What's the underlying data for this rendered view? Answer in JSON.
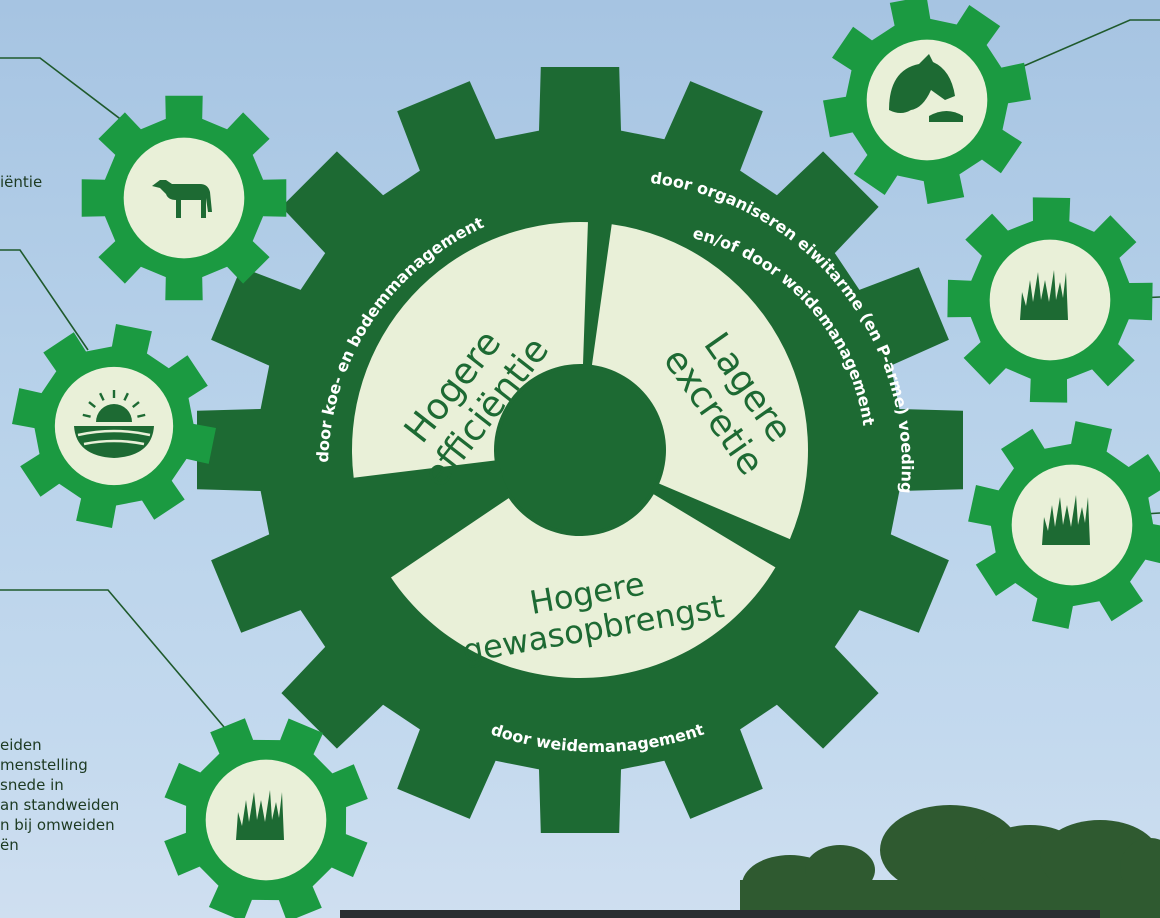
{
  "colors": {
    "main_gear": "#1d6a33",
    "small_gear": "#1b9a41",
    "cream": "#e9f0d8",
    "leader_line": "#1f5a2c",
    "text_dark": "#1d3a22",
    "sky_top": "#a6c4e2",
    "trees": "#2f5a30"
  },
  "main_gear": {
    "segments": [
      {
        "title_lines": [
          "Hogere",
          "efficiëntie"
        ]
      },
      {
        "title_lines": [
          "Lagere",
          "excretie"
        ]
      },
      {
        "title_lines": [
          "Hogere",
          "gewasopbrengst"
        ]
      }
    ],
    "arc_labels": {
      "left": "door koe- en bodemmanagement",
      "right_outer": "door organiseren eiwitarme (en P-arme) voeding",
      "right_inner": "en/of door weidemanagement",
      "bottom": "door weidemanagement"
    }
  },
  "small_gears": [
    {
      "icon": "cow-icon"
    },
    {
      "icon": "field-sunrise-icon"
    },
    {
      "icon": "grass-icon"
    },
    {
      "icon": "cow-feeding-icon"
    },
    {
      "icon": "grass-icon"
    },
    {
      "icon": "grass-icon"
    }
  ],
  "left_text": {
    "top_fragment": "iëntie",
    "bottom_lines": [
      "eiden",
      "menstelling",
      "snede in",
      "an standweiden",
      "n bij omweiden",
      "ën"
    ]
  }
}
